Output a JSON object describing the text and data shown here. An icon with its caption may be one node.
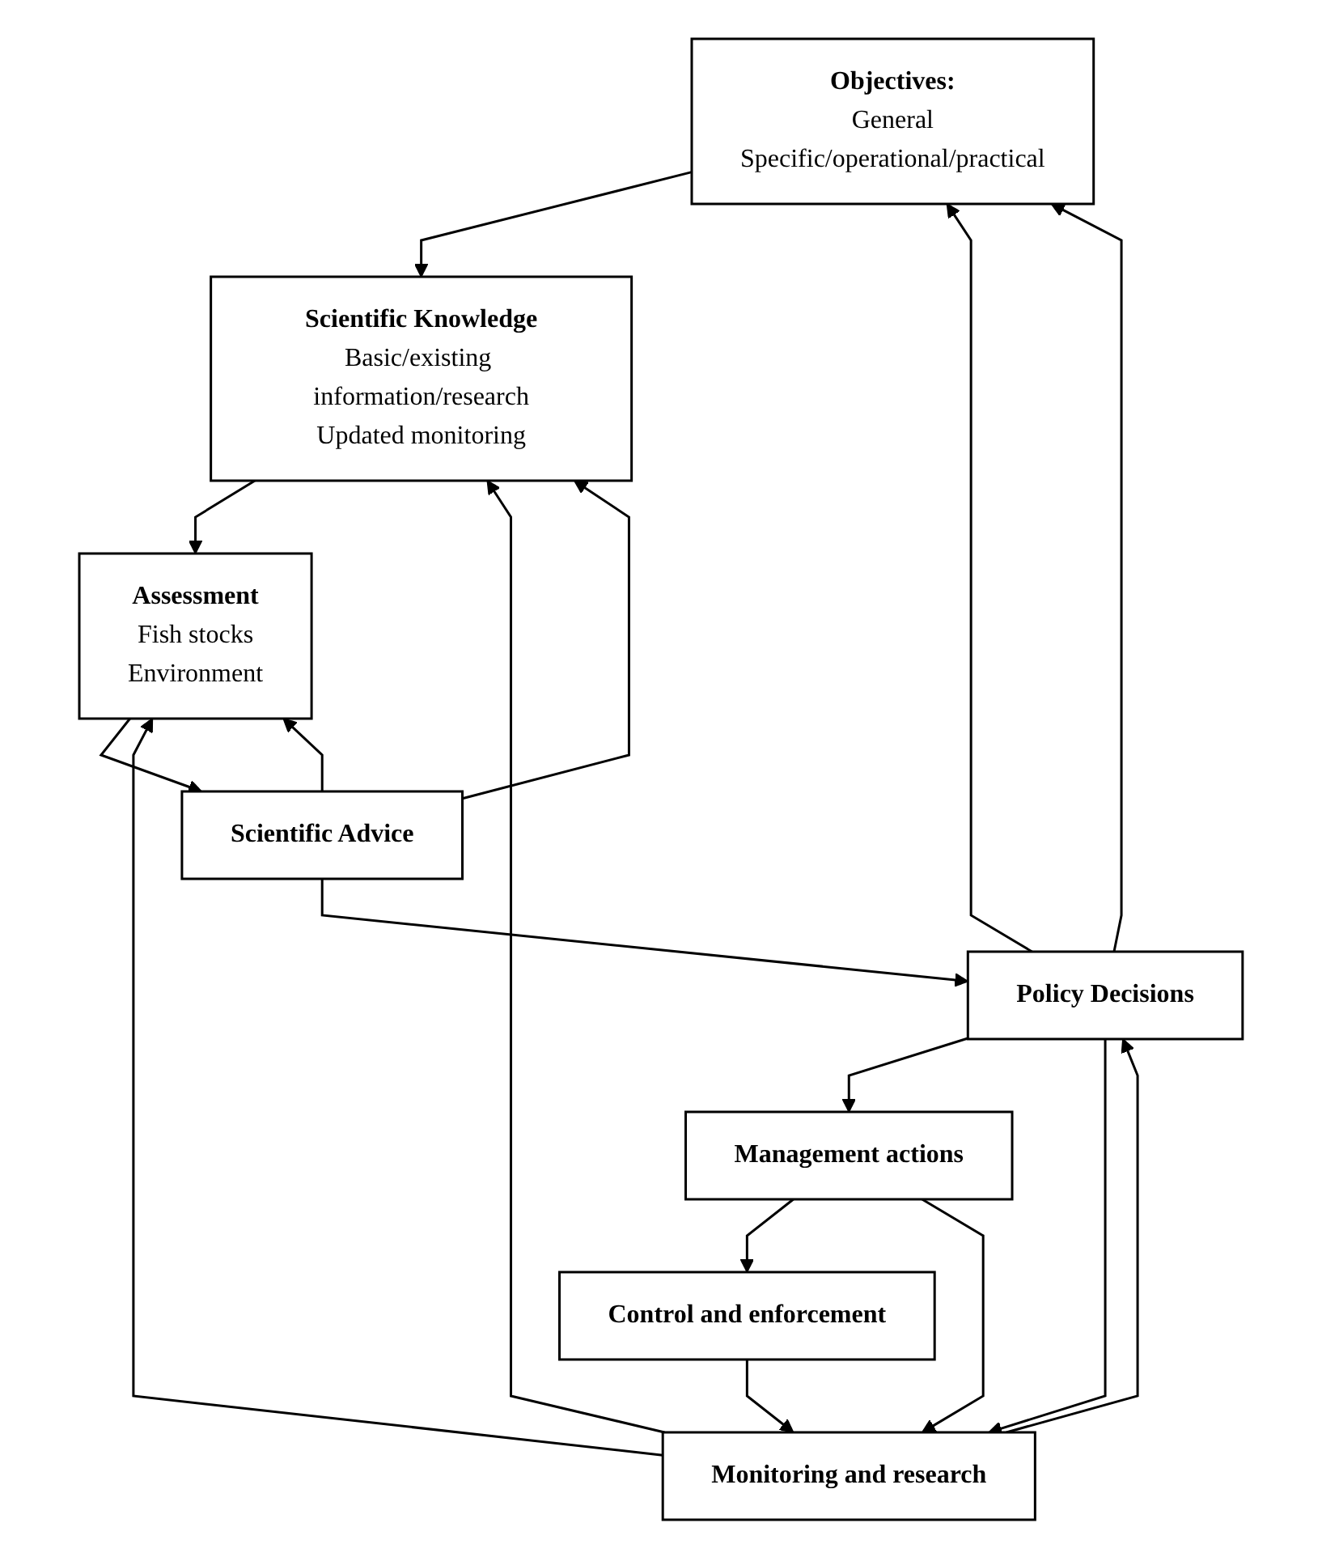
{
  "diagram": {
    "nodes": [
      {
        "text": [
          "Objectives:",
          "General",
          "Specific/operational/practical"
        ]
      },
      {
        "text": [
          "Scientific Knowledge",
          "Basic/existing information/research",
          "Updated monitoring"
        ]
      },
      {
        "text": [
          "Assessment",
          "Fish stocks",
          "Environment"
        ]
      },
      {
        "text": [
          "Scientific Advice"
        ]
      },
      {
        "text": [
          "Policy Decisions"
        ]
      },
      {
        "text": [
          "Management actions"
        ]
      },
      {
        "text": [
          "Control and enforcement"
        ]
      },
      {
        "text": [
          "Monitoring and research"
        ]
      }
    ],
    "edges": [
      {
        "from": 0,
        "to": 1,
        "arrow": "to"
      },
      {
        "from": 1,
        "to": 2,
        "arrow": "to"
      },
      {
        "from": 2,
        "to": 3,
        "arrow": "to"
      },
      {
        "from": 3,
        "to": 4,
        "arrow": "to"
      },
      {
        "from": 4,
        "to": 0,
        "arrow": "to"
      },
      {
        "from": 4,
        "to": 0,
        "arrow": "to"
      },
      {
        "from": 4,
        "to": 5,
        "arrow": "to"
      },
      {
        "from": 4,
        "to": 7,
        "arrow": "to"
      },
      {
        "from": 5,
        "to": 6,
        "arrow": "to"
      },
      {
        "from": 5,
        "to": 7,
        "arrow": "to"
      },
      {
        "from": 6,
        "to": 7,
        "arrow": "to"
      },
      {
        "from": 7,
        "to": 1,
        "arrow": "to"
      },
      {
        "from": 7,
        "to": 2,
        "arrow": "to"
      },
      {
        "from": 7,
        "to": 4,
        "arrow": "to"
      },
      {
        "from": 3,
        "to": 1,
        "arrow": "to"
      },
      {
        "from": 3,
        "to": 2,
        "arrow": "to"
      }
    ]
  }
}
